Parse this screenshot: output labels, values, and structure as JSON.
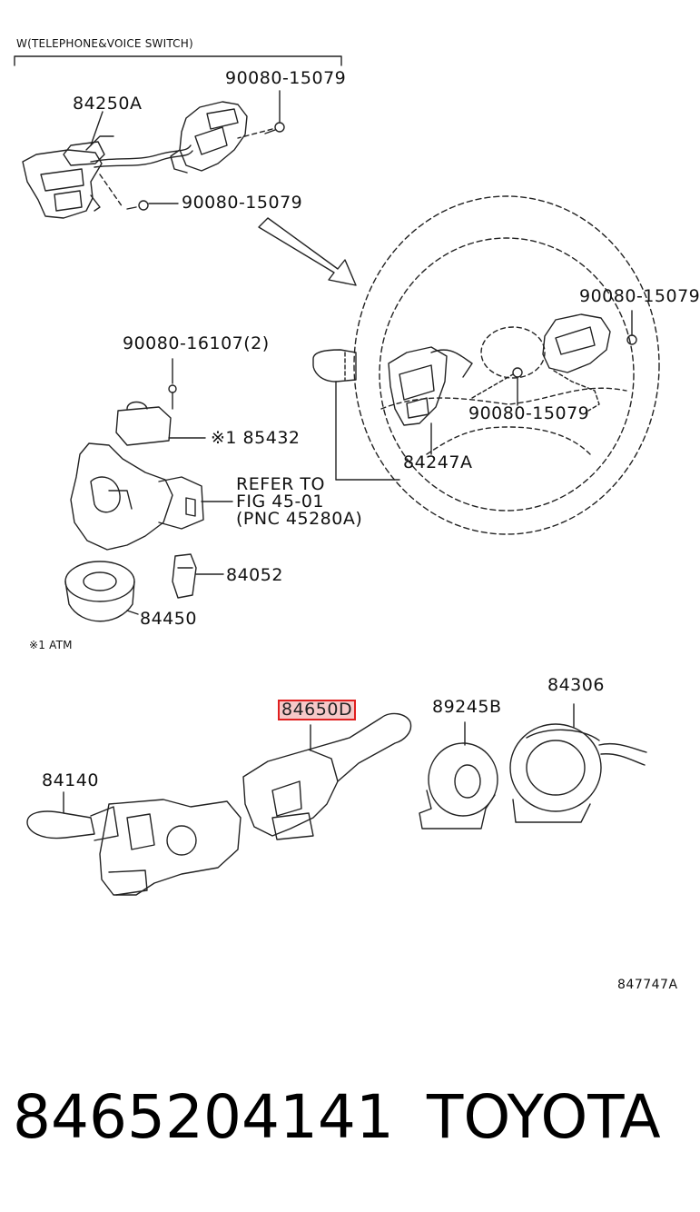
{
  "header": {
    "variant_note": "W(TELEPHONE&VOICE SWITCH)"
  },
  "labels": {
    "p84250A": "84250A",
    "p90080_15079_a": "90080-15079",
    "p90080_15079_b": "90080-15079",
    "p90080_15079_c": "90080-15079",
    "p90080_15079_d": "90080-15079",
    "p90080_16107": "90080-16107(2)",
    "p85432": "※1 85432",
    "refer_line1": "REFER TO",
    "refer_line2": "FIG 45-01",
    "refer_line3": "(PNC 45280A)",
    "p84052": "84052",
    "p84450": "84450",
    "p84247A": "84247A",
    "note_atm": "※1 ATM",
    "p84650D": "84650D",
    "p89245B": "89245B",
    "p84306": "84306",
    "p84140": "84140",
    "figure_code": "847747A"
  },
  "highlight": {
    "part": "84650D",
    "border_color": "#e02020",
    "fill_color": "#f6c8c8"
  },
  "footer": {
    "part_number": "8465204141",
    "brand": "TOYOTA"
  }
}
